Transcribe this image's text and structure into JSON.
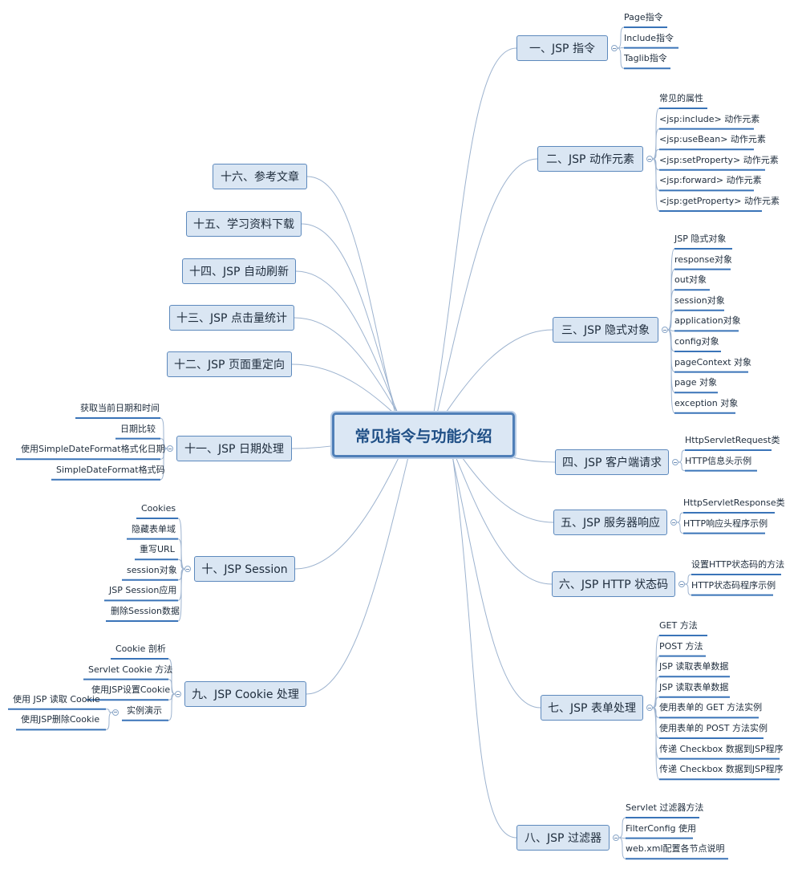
{
  "root": {
    "label": "常见指令与功能介绍"
  },
  "branches": [
    {
      "label": "一、JSP 指令",
      "leaves": [
        "Page指令",
        "Include指令",
        "Taglib指令"
      ]
    },
    {
      "label": "二、JSP 动作元素",
      "leaves": [
        "常见的属性",
        "<jsp:include> 动作元素",
        "<jsp:useBean> 动作元素",
        "<jsp:setProperty> 动作元素",
        "<jsp:forward>  动作元素",
        "<jsp:getProperty> 动作元素"
      ]
    },
    {
      "label": "三、JSP 隐式对象",
      "leaves": [
        "JSP 隐式对象",
        "response对象",
        "out对象",
        "session对象",
        "application对象",
        "config对象",
        "pageContext 对象",
        "page 对象",
        "exception 对象"
      ]
    },
    {
      "label": "四、JSP 客户端请求",
      "leaves": [
        "HttpServletRequest类",
        "HTTP信息头示例"
      ]
    },
    {
      "label": "五、JSP 服务器响应",
      "leaves": [
        "HttpServletResponse类",
        "HTTP响应头程序示例"
      ]
    },
    {
      "label": "六、JSP HTTP 状态码",
      "leaves": [
        "设置HTTP状态码的方法",
        "HTTP状态码程序示例"
      ]
    },
    {
      "label": "七、JSP 表单处理",
      "leaves": [
        "GET 方法",
        "POST 方法",
        "JSP 读取表单数据",
        "JSP 读取表单数据",
        "使用表单的 GET 方法实例",
        "使用表单的 POST 方法实例",
        "传递 Checkbox 数据到JSP程序",
        "传递 Checkbox 数据到JSP程序"
      ]
    },
    {
      "label": "八、JSP 过滤器",
      "leaves": [
        "Servlet 过滤器方法",
        "FilterConfig 使用",
        "web.xml配置各节点说明"
      ]
    },
    {
      "label": "九、JSP Cookie 处理",
      "leaves": [
        "Cookie 剖析",
        "Servlet Cookie 方法",
        "使用JSP设置Cookie",
        "实例演示"
      ],
      "sub_leaves": [
        "使用 JSP 读取 Cookie",
        "使用JSP删除Cookie"
      ]
    },
    {
      "label": "十、JSP Session",
      "leaves": [
        "Cookies",
        "隐藏表单域",
        "重写URL",
        "session对象",
        "JSP Session应用",
        "删除Session数据"
      ]
    },
    {
      "label": "十一、JSP 日期处理",
      "leaves": [
        "获取当前日期和时间",
        "日期比较",
        "使用SimpleDateFormat格式化日期",
        "SimpleDateFormat格式码"
      ]
    },
    {
      "label": "十二、JSP 页面重定向",
      "leaves": []
    },
    {
      "label": "十三、JSP 点击量统计",
      "leaves": []
    },
    {
      "label": "十四、JSP 自动刷新",
      "leaves": []
    },
    {
      "label": "十五、学习资料下载",
      "leaves": []
    },
    {
      "label": "十六、参考文章",
      "leaves": []
    }
  ],
  "colors": {
    "line": "#9db3cf",
    "underline": "#3a74b8",
    "node_fill": "#dae6f3",
    "node_border": "#5d89bd",
    "root_border": "#4f7fb8",
    "root_text": "#1f4f86"
  }
}
